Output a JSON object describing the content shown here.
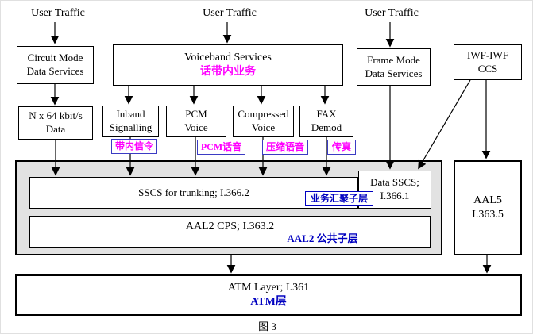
{
  "top_labels": [
    "User Traffic",
    "User Traffic",
    "User Traffic"
  ],
  "row1": {
    "circuit_mode": {
      "line1": "Circuit Mode",
      "line2": "Data Services"
    },
    "voiceband": {
      "title": "Voiceband Services",
      "subtitle_cn": "话带内业务"
    },
    "frame_mode": {
      "line1": "Frame Mode",
      "line2": "Data Services"
    },
    "iwf_ccs": {
      "line1": "IWF-IWF",
      "line2": "CCS"
    }
  },
  "row2": {
    "nx64": {
      "line1": "N x 64 kbit/s",
      "line2": "Data"
    },
    "inband": {
      "line1": "Inband",
      "line2": "Signalling",
      "tag_cn": "带内信令"
    },
    "pcm": {
      "line1": "PCM",
      "line2": "Voice",
      "tag_cn": "PCM话音"
    },
    "compressed": {
      "line1": "Compressed",
      "line2": "Voice",
      "tag_cn": "压缩语音"
    },
    "fax": {
      "line1": "FAX",
      "line2": "Demod",
      "tag_cn": "传真"
    }
  },
  "aal2_block": {
    "sscs_trunking": "SSCS for trunking; I.366.2",
    "sscs_tag_cn": "业务汇聚子层",
    "data_sscs": {
      "line1": "Data SSCS;",
      "line2": "I.366.1"
    },
    "cps": "AAL2 CPS;  I.363.2",
    "cps_cn": "AAL2 公共子层"
  },
  "aal5": {
    "line1": "AAL5",
    "line2": "I.363.5"
  },
  "atm": {
    "title": "ATM Layer; I.361",
    "subtitle_cn": "ATM层"
  },
  "caption": "图 3",
  "colors": {
    "annotation_magenta": "#FF00FF",
    "annotation_blue": "#0000C0",
    "tag_border_blue": "#3B3BC4",
    "aal2_container_fill": "#E2E2E2",
    "line_color": "#000000"
  }
}
